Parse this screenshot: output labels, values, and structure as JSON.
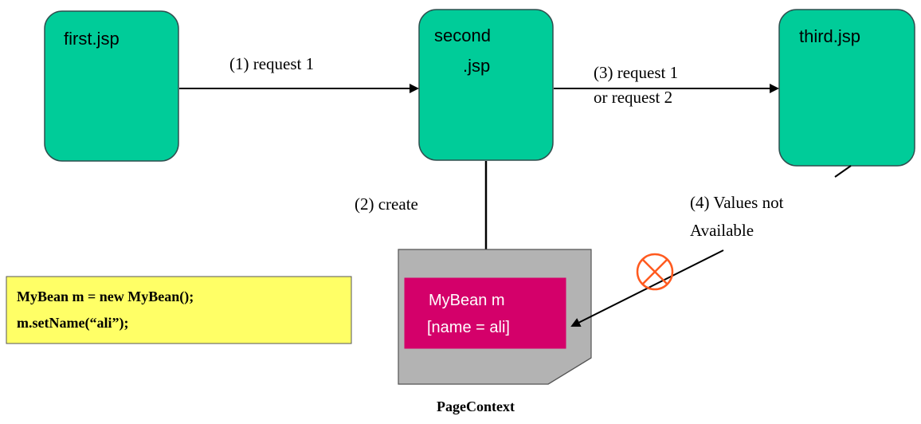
{
  "nodes": {
    "first": {
      "label": "first.jsp"
    },
    "second": {
      "line1": "second",
      "line2": ".jsp"
    },
    "third": {
      "label": "third.jsp"
    }
  },
  "edges": {
    "request1": "(1) request 1",
    "create": "(2) create",
    "request12_line1": "(3) request 1",
    "request12_line2": "or request 2",
    "not_available_line1": "(4) Values not",
    "not_available_line2": "Available"
  },
  "bean": {
    "line1": "MyBean m",
    "line2": "[name = ali]"
  },
  "page_context_label": "PageContext",
  "code": {
    "line1": "MyBean m = new MyBean();",
    "line2": "m.setName(“ali”);"
  },
  "colors": {
    "jsp_fill": "#00cc99",
    "jsp_stroke": "#2f4f4f",
    "bean_fill": "#d4006a",
    "context_fill": "#b3b3b3",
    "code_fill": "#ffff66",
    "blocked_icon": "#ff5a1f"
  }
}
